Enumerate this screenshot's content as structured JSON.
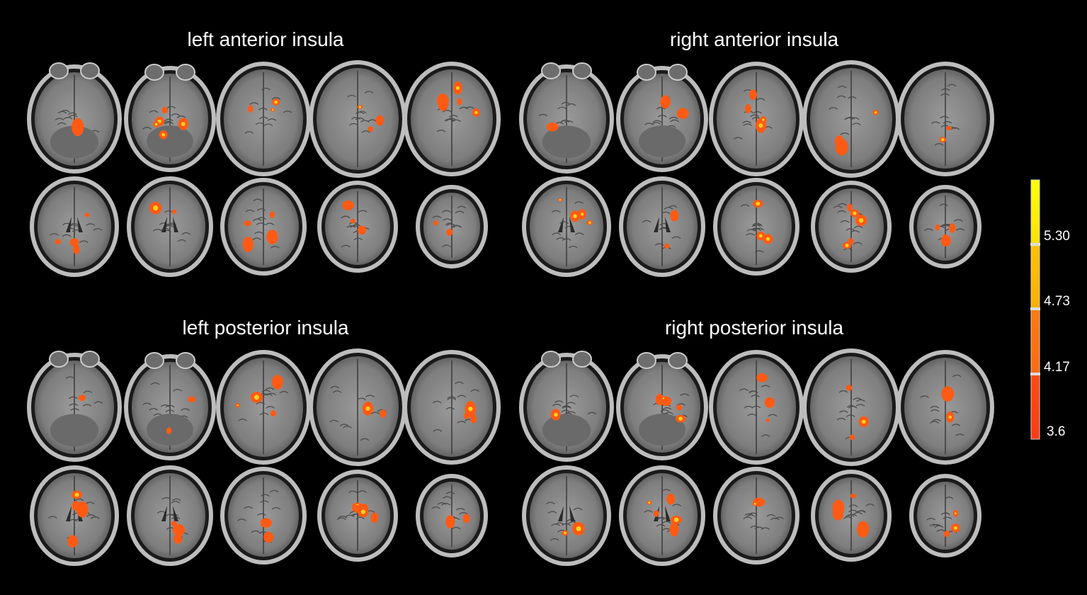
{
  "panels": [
    {
      "title": "left anterior insula"
    },
    {
      "title": "right anterior insula"
    },
    {
      "title": "left posterior insula"
    },
    {
      "title": "right posterior insula"
    }
  ],
  "colorbar": {
    "labels": [
      "5.30",
      "4.73",
      "4.17",
      "3.6"
    ],
    "colors": [
      "#ffff00",
      "#ffc000",
      "#ff7a10",
      "#ff4a14"
    ]
  },
  "colors": {
    "background": "#000000",
    "skull": "#bdbdbd",
    "brain": "#8c8c8c",
    "activation": "#ff5a14",
    "activation_hot": "#ffd21e"
  }
}
